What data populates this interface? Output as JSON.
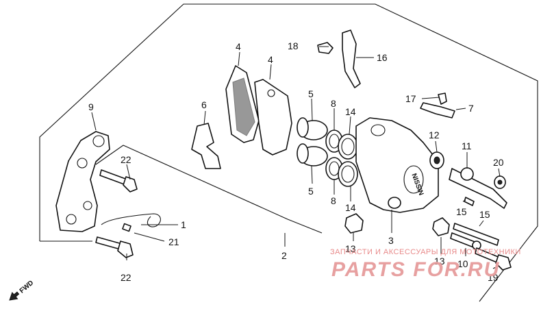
{
  "callouts": {
    "c1": "1",
    "c2": "2",
    "c3": "3",
    "c4a": "4",
    "c4b": "4",
    "c5a": "5",
    "c5b": "5",
    "c6": "6",
    "c7": "7",
    "c8a": "8",
    "c8b": "8",
    "c9": "9",
    "c10": "10",
    "c11": "11",
    "c12": "12",
    "c13a": "13",
    "c13b": "13",
    "c14a": "14",
    "c14b": "14",
    "c15a": "15",
    "c15b": "15",
    "c16": "16",
    "c17": "17",
    "c18": "18",
    "c19": "19",
    "c20": "20",
    "c21": "21",
    "c22a": "22",
    "c22b": "22"
  },
  "fwd_label": "FWD",
  "caliper_brand": "NISSIN",
  "watermark": {
    "line": "ЗАПЧАСТИ И АКСЕССУАРЫ ДЛЯ МОТОТЕХНИКИ",
    "logo": "PARTS FOR.RU"
  }
}
